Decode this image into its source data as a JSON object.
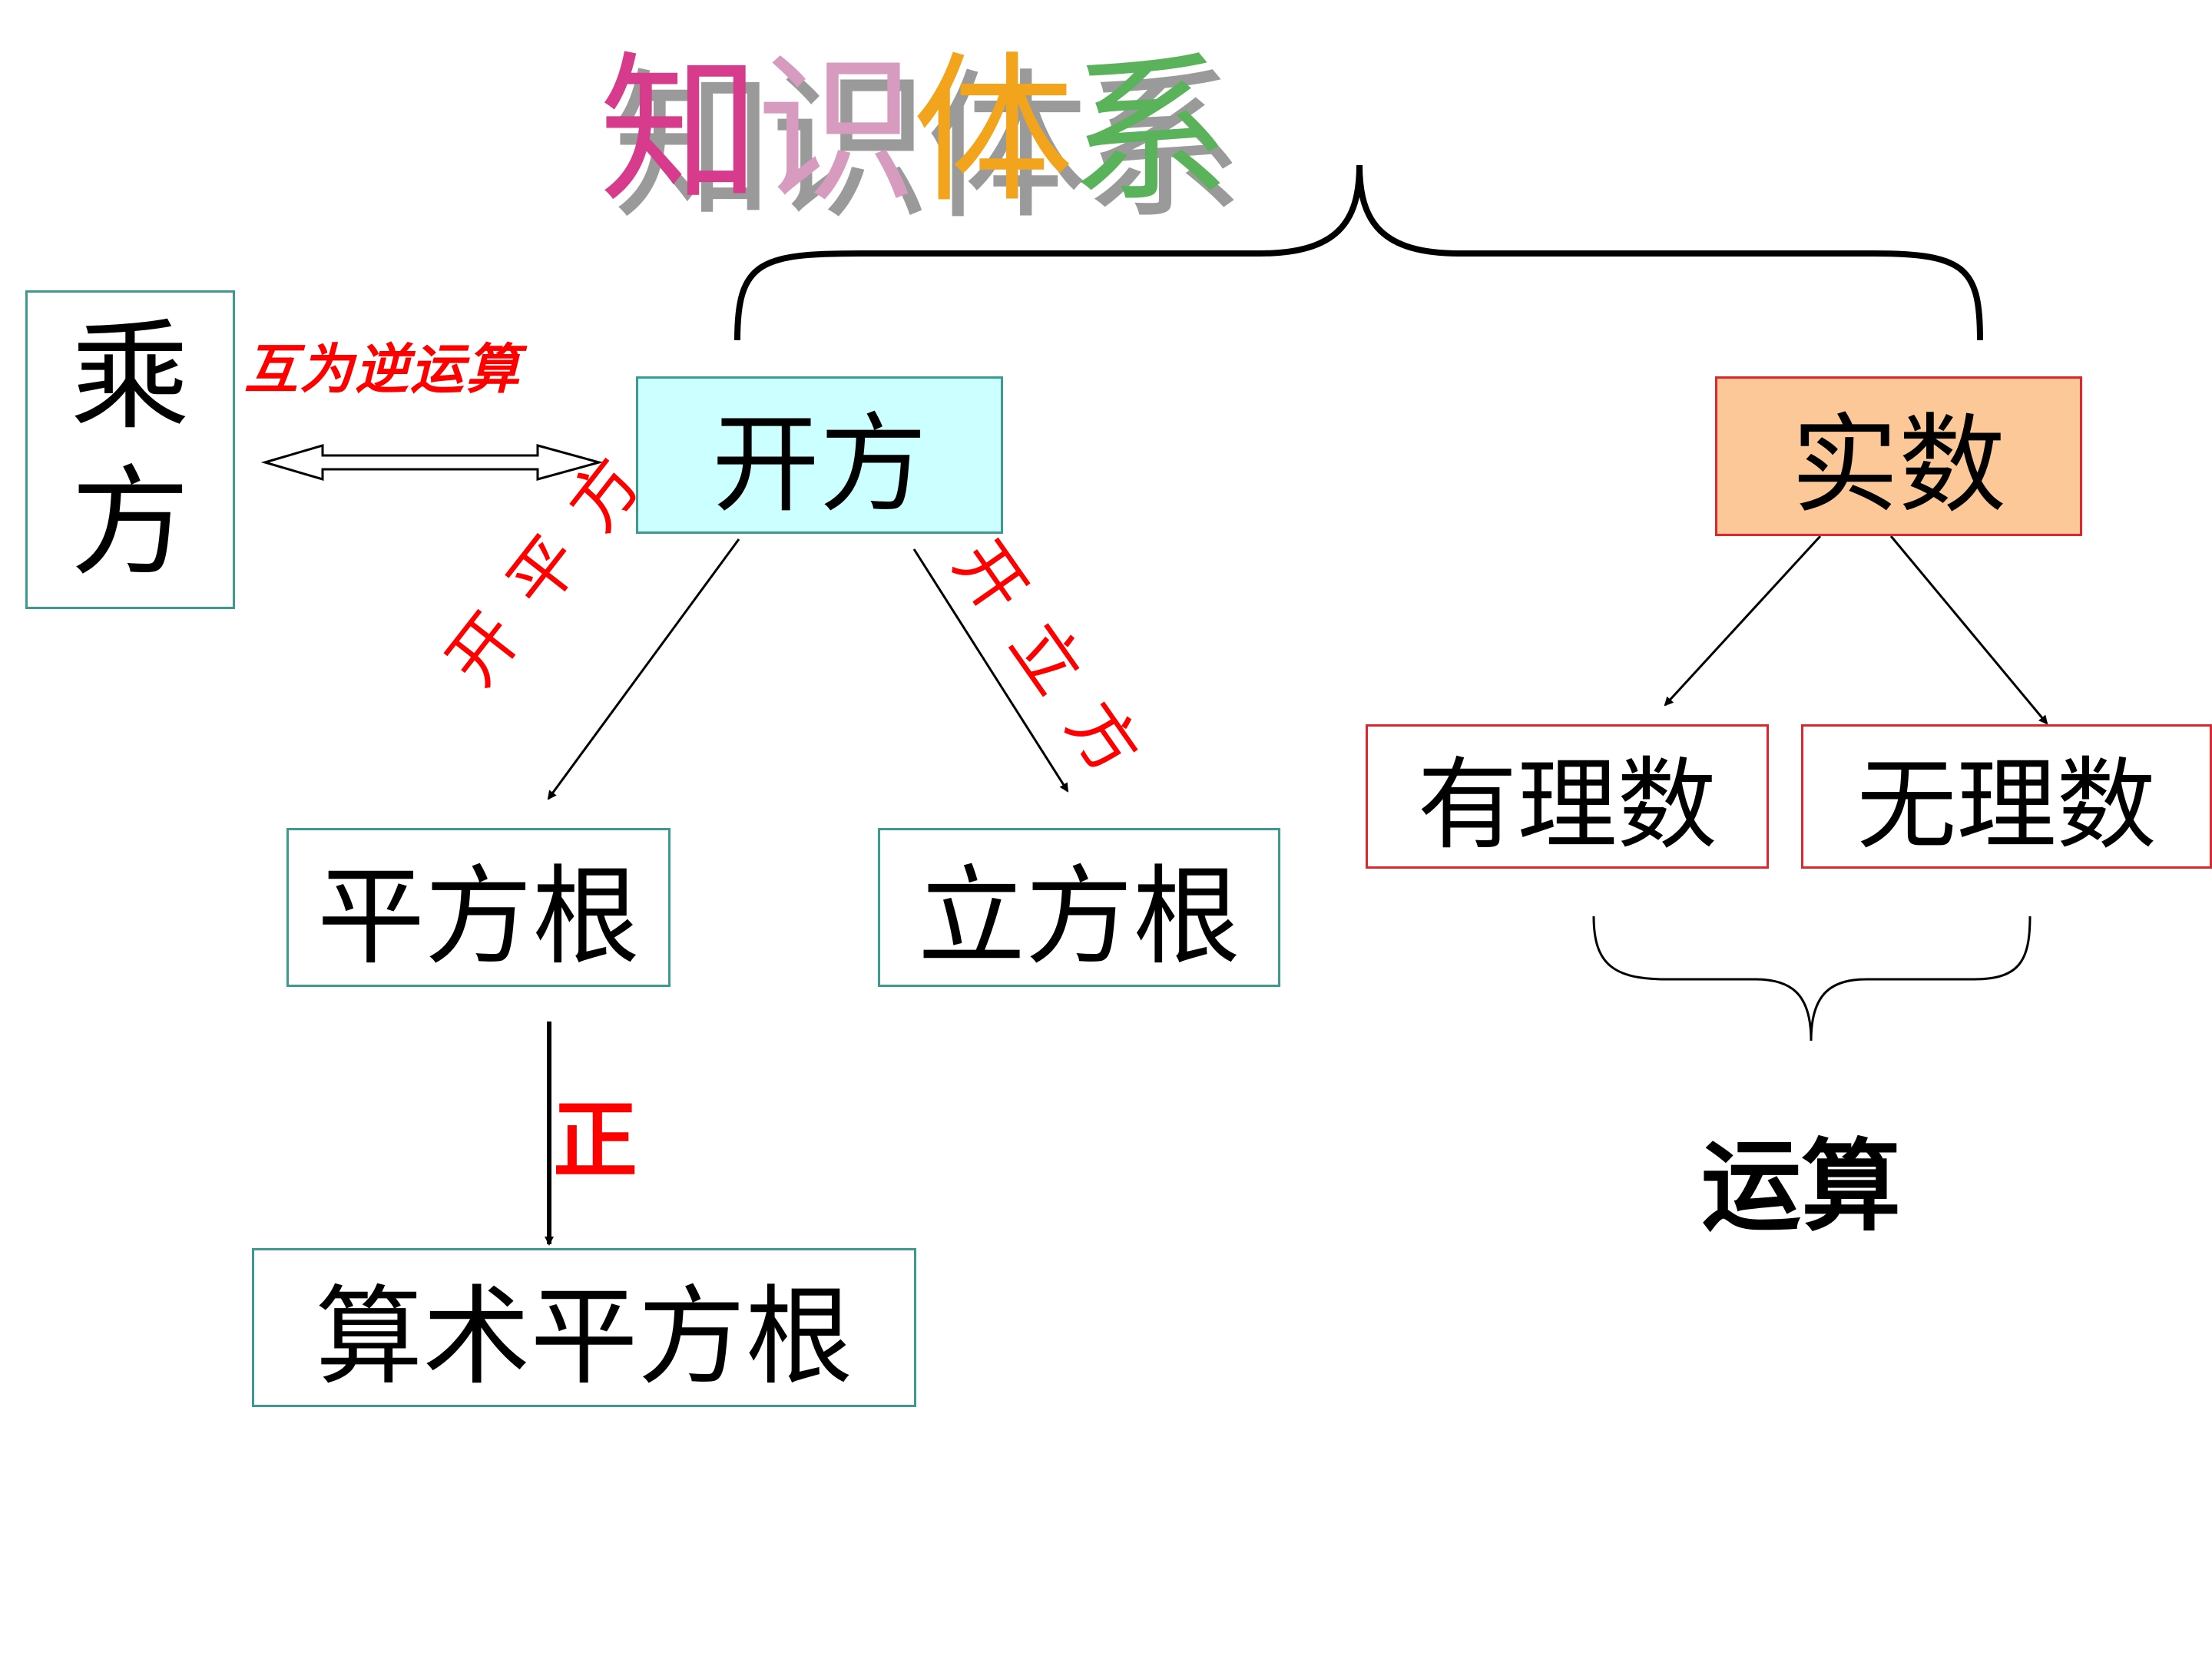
{
  "title": {
    "chars": [
      "知",
      "识",
      "体",
      "系"
    ],
    "colors": [
      "#d63b8c",
      "#d89bc0",
      "#f2a41c",
      "#5ab35a"
    ]
  },
  "nodes": {
    "chengfang": "乘方",
    "chengfang_top": "乘",
    "chengfang_bottom": "方",
    "kaifang": "开方",
    "shishu": "实数",
    "pingfanggen": "平方根",
    "lifanggen": "立方根",
    "suanshupingfanggen": "算术平方根",
    "youlishu": "有理数",
    "wulishu": "无理数"
  },
  "edge_labels": {
    "inverse": "互为逆运算",
    "square_root": "开平方",
    "cube_root": "开立方",
    "positive": "正",
    "operation": "运算"
  },
  "colors": {
    "teal_border": "#3d9a8e",
    "red_border": "#e0262b",
    "kaifang_fill": "#ccffff",
    "shishu_fill": "#fdc897",
    "label_red": "#ff0000"
  }
}
